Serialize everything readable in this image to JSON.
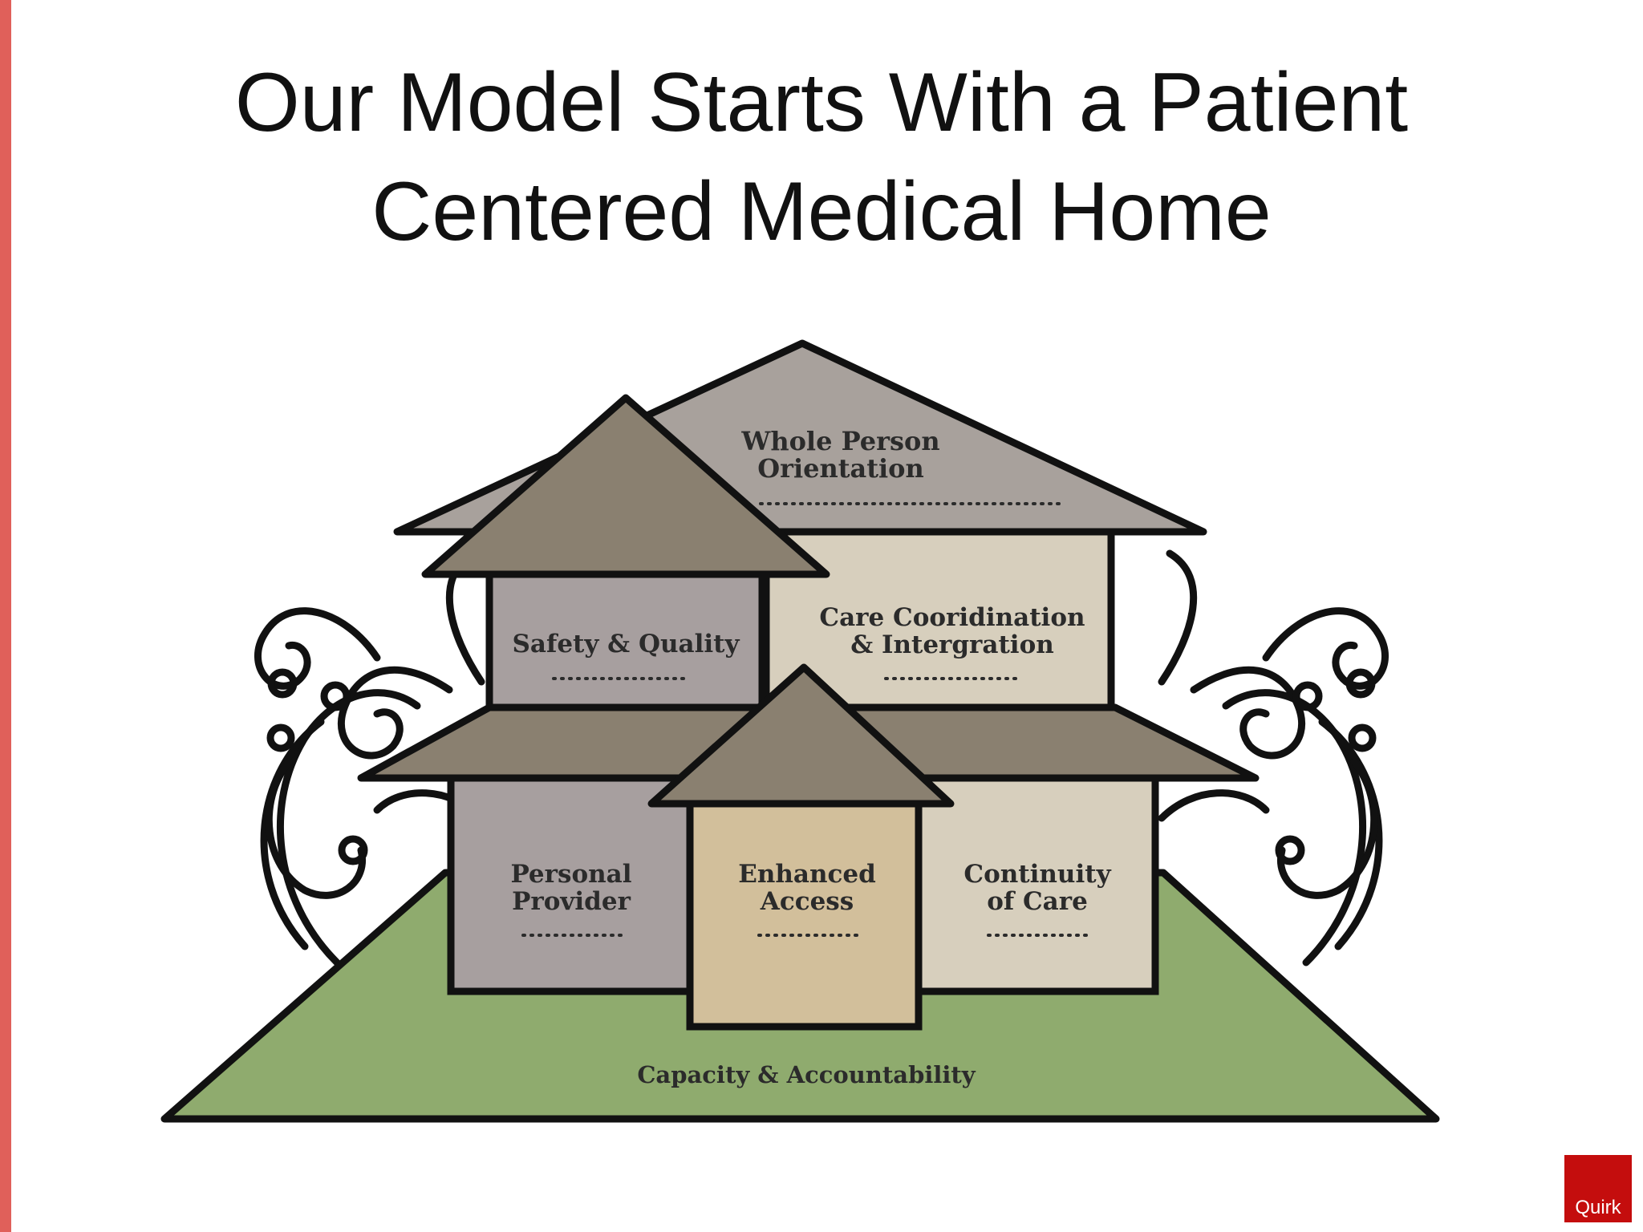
{
  "slide": {
    "title_line1": "Our Model Starts With a Patient",
    "title_line2": "Centered Medical Home"
  },
  "diagram": {
    "roof": {
      "line1": "Whole Person",
      "line2": "Orientation"
    },
    "upper_left": {
      "line1": "Safety & Quality"
    },
    "upper_right": {
      "line1": "Care Cooridination",
      "line2": "& Intergration"
    },
    "lower_left": {
      "line1": "Personal",
      "line2": "Provider"
    },
    "center": {
      "line1": "Enhanced",
      "line2": "Access"
    },
    "lower_right": {
      "line1": "Continuity",
      "line2": "of Care"
    },
    "foundation": {
      "line1": "Capacity & Accountability"
    }
  },
  "logo": {
    "text": "Quirk"
  },
  "colors": {
    "accent_bar": "#e0605a",
    "roof_gray": "#a8a19c",
    "roof_brown": "#8a8070",
    "wall_gray": "#a79f9f",
    "wall_beige": "#d7cfbd",
    "door_tan": "#d2bf9b",
    "lawn_green": "#8fab6e",
    "logo_red": "#c40d0d"
  }
}
